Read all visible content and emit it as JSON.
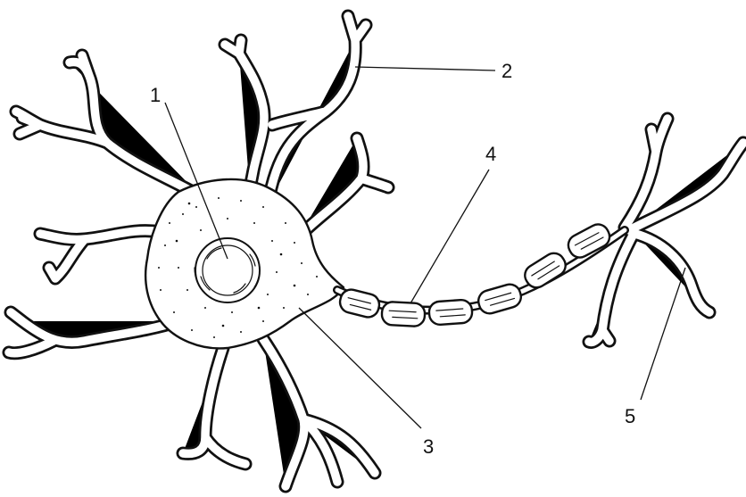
{
  "labels": [
    {
      "id": "1",
      "text": "1"
    },
    {
      "id": "2",
      "text": "2"
    },
    {
      "id": "3",
      "text": "3"
    },
    {
      "id": "4",
      "text": "4"
    },
    {
      "id": "5",
      "text": "5"
    }
  ],
  "colors": {
    "ink": "#111111",
    "paper": "#ffffff"
  }
}
